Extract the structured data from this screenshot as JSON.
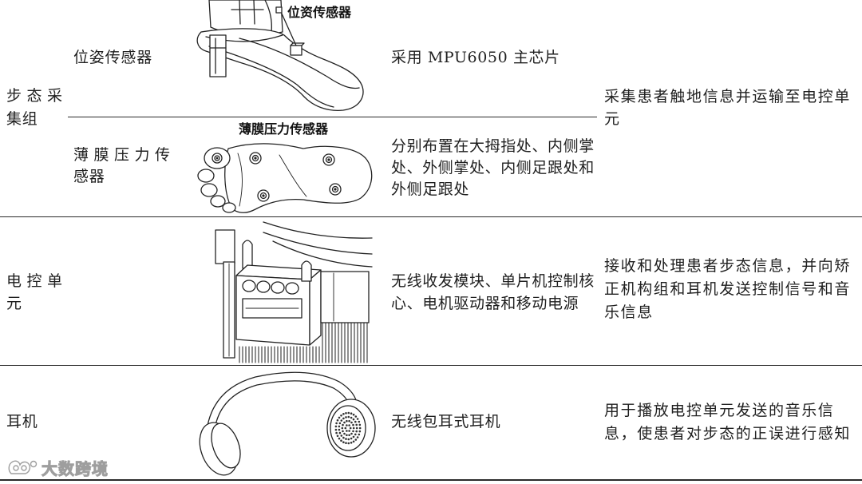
{
  "table": {
    "gait_group": {
      "category": [
        "步态采",
        "集组"
      ],
      "pose_sensor": {
        "name": [
          "位姿传感器"
        ],
        "figure_label": "位资传感器",
        "figure_icon": "shoe-with-pose-sensor-icon",
        "composition": [
          "采用 MPU6050 主芯片"
        ]
      },
      "film_pressure_sensor": {
        "name": [
          "薄膜压力传",
          "感器"
        ],
        "figure_label": "薄膜压力传感器",
        "figure_icon": "foot-sole-pressure-sensor-icon",
        "composition": [
          "分别布置在大拇指处、内侧掌",
          "处、外侧掌处、内侧足跟处和",
          "外侧足跟处"
        ]
      },
      "function": [
        "采集患者触地信息并运输至电控单",
        "元"
      ]
    },
    "control_unit": {
      "category": [
        "电控单",
        "元"
      ],
      "figure_icon": "control-unit-assembly-icon",
      "composition": [
        "无线收发模块、单片机控制核",
        "心、电机驱动器和移动电源"
      ],
      "function": [
        "接收和处理患者步态信息，并向矫",
        "正机构组和耳机发送控制信号和音",
        "乐信息"
      ]
    },
    "headphones": {
      "category": [
        "耳机"
      ],
      "figure_icon": "headphones-icon",
      "composition": [
        "无线包耳式耳机"
      ],
      "function": [
        "用于播放电控单元发送的音乐信",
        "息，使患者对步态的正误进行感知"
      ]
    }
  },
  "watermark": {
    "text": "大数跨境",
    "icon": "brand-logo-icon"
  },
  "colors": {
    "text": "#1f1f1f",
    "rules": "#2a2a2a",
    "background": "#ffffff",
    "watermark_outline": "#9e9e9e"
  }
}
